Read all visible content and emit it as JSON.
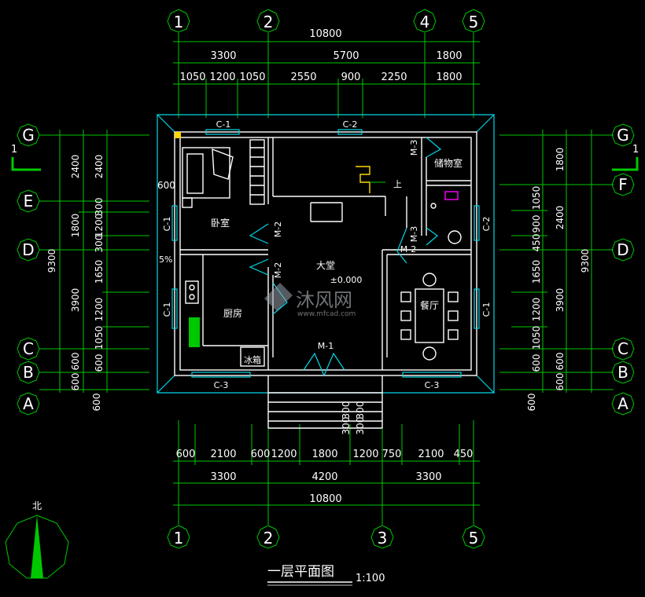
{
  "drawing": {
    "title": "一层平面图",
    "scale": "1:100",
    "north": "北",
    "colors": {
      "background": "#000000",
      "axis": "#00c800",
      "wall": "#ffffff",
      "window": "#00d8e8",
      "accent_yellow": "#ffd700",
      "accent_magenta": "#ff00ff"
    }
  },
  "axes": {
    "top": [
      "1",
      "2",
      "4",
      "5"
    ],
    "bottom": [
      "1",
      "2",
      "3",
      "5"
    ],
    "left": [
      "G",
      "E",
      "D",
      "C",
      "B",
      "A"
    ],
    "right": [
      "G",
      "F",
      "D",
      "C",
      "B",
      "A"
    ]
  },
  "dims_top": {
    "total": "10800",
    "row2": [
      "3300",
      "5700",
      "1800"
    ],
    "row3": [
      "1050",
      "1200",
      "1050",
      "2550",
      "900",
      "2250",
      "1800"
    ]
  },
  "dims_bottom": {
    "row1": [
      "600",
      "2100",
      "600",
      "1200",
      "1800",
      "1200",
      "750",
      "2100",
      "450"
    ],
    "row2": [
      "3300",
      "4200",
      "3300"
    ],
    "total": "10800"
  },
  "dims_left": {
    "total": "9300",
    "outer": [
      "2400",
      "1800",
      "3900",
      "600",
      "600"
    ],
    "inner": [
      "2400",
      "300",
      "1200",
      "300",
      "1650",
      "1200",
      "1050",
      "600"
    ],
    "edge": "600",
    "bottom": "600"
  },
  "dims_right": {
    "total": "9300",
    "outer": [
      "1800",
      "2400",
      "3900",
      "600",
      "600"
    ],
    "inner": [
      "1050",
      "900",
      "450",
      "1650",
      "1200",
      "1050",
      "600"
    ],
    "bottom": "600"
  },
  "rooms": {
    "bedroom": "卧室",
    "hall": "大堂",
    "kitchen": "厨房",
    "dining": "餐厅",
    "storage": "储物室",
    "fridge": "冰箱",
    "level": "±0.000",
    "up": "上",
    "slope": "5%"
  },
  "openings": {
    "c1_top": "C-1",
    "c2_top": "C-2",
    "c3_left": "C-3",
    "c3_right": "C-3",
    "c1_left_a": "C-1",
    "c1_left_b": "C-1",
    "c2_right": "C-2",
    "c1_right": "C-1",
    "m1": "M-1",
    "m2_a": "M-2",
    "m2_b": "M-2",
    "m2_c": "M-2",
    "m3_a": "M-3",
    "m3_b": "M-3"
  },
  "section_mark": {
    "left": "1",
    "right": "1"
  },
  "steps_dims": [
    "300",
    "300",
    "300",
    "300"
  ],
  "watermark": {
    "brand": "沐风网",
    "url": "www.mfcad.com"
  }
}
